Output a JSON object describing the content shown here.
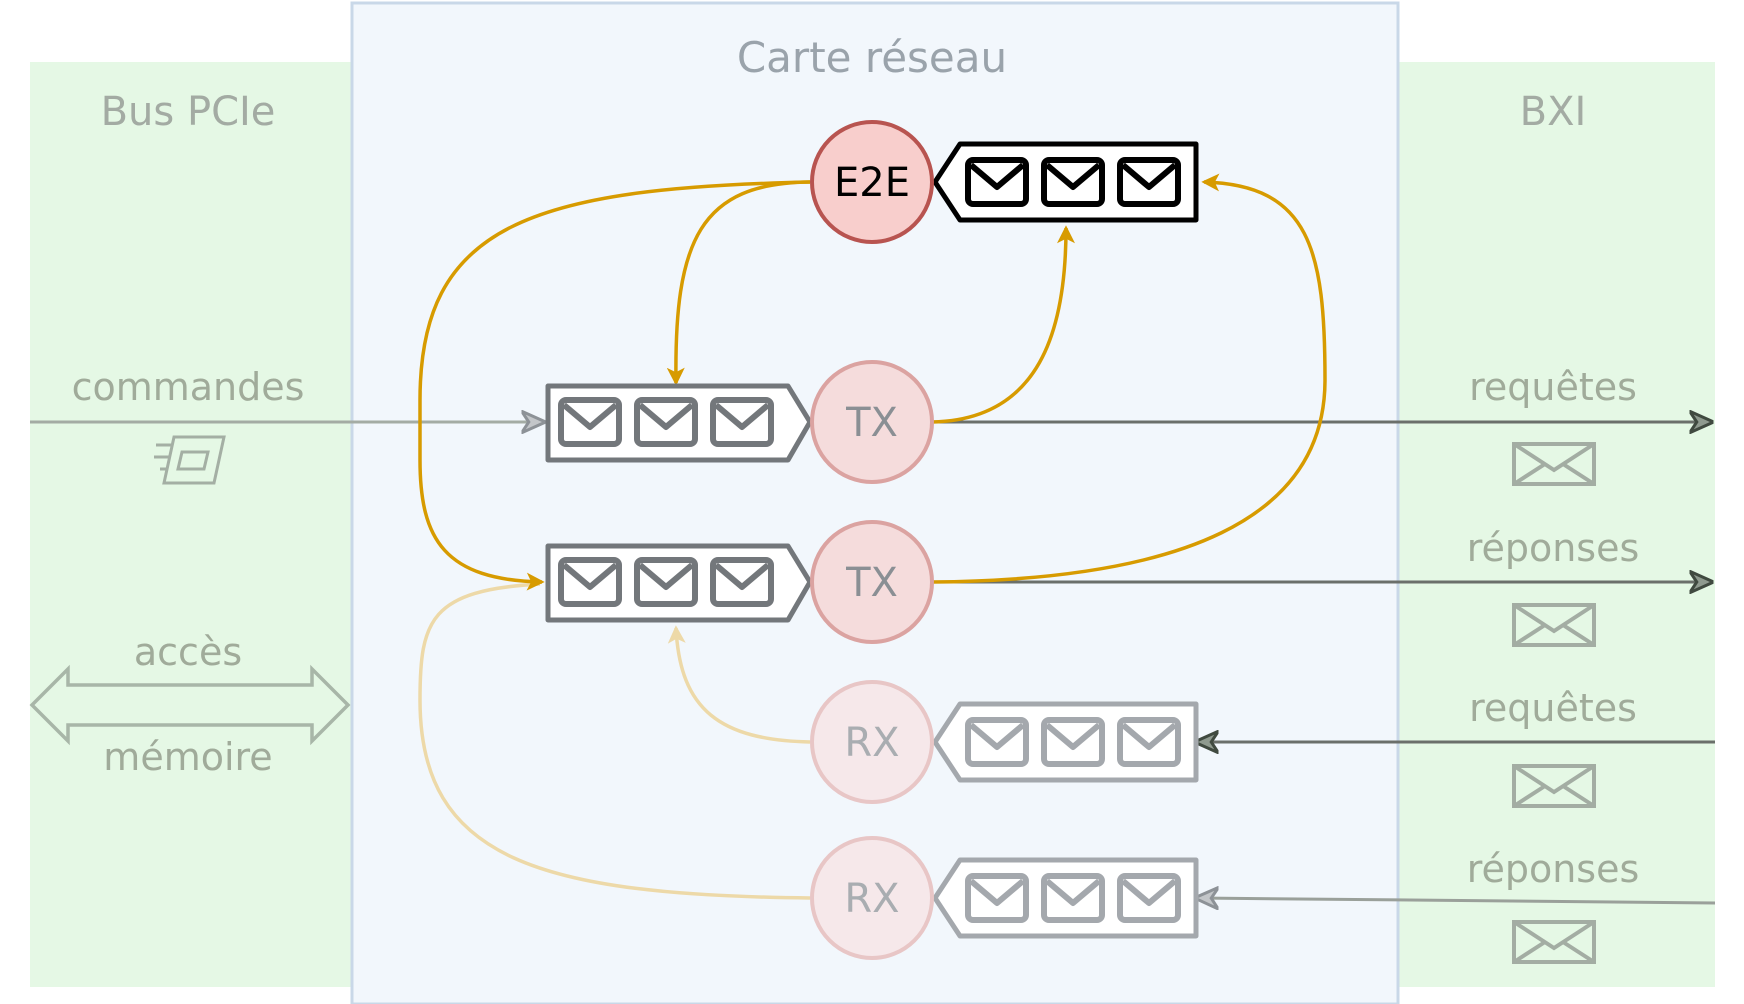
{
  "regions": {
    "left": "Bus PCIe",
    "center": "Carte réseau",
    "right": "BXI"
  },
  "left_labels": {
    "commands": "commandes",
    "memory_top": "accès",
    "memory_bottom": "mémoire"
  },
  "right_labels": {
    "out_requests": "requêtes",
    "out_responses": "réponses",
    "in_requests": "requêtes",
    "in_responses": "réponses"
  },
  "nodes": {
    "e2e": "E2E",
    "tx1": "TX",
    "tx2": "TX",
    "rx1": "RX",
    "rx2": "RX"
  },
  "colors": {
    "bus_bg": "#e5f8e5",
    "card_bg": "#f2f7fc",
    "card_border": "#c9d8e8",
    "arrow_accent": "#d79b00",
    "e2e_fill": "#f8cecc",
    "e2e_stroke": "#b85450"
  }
}
